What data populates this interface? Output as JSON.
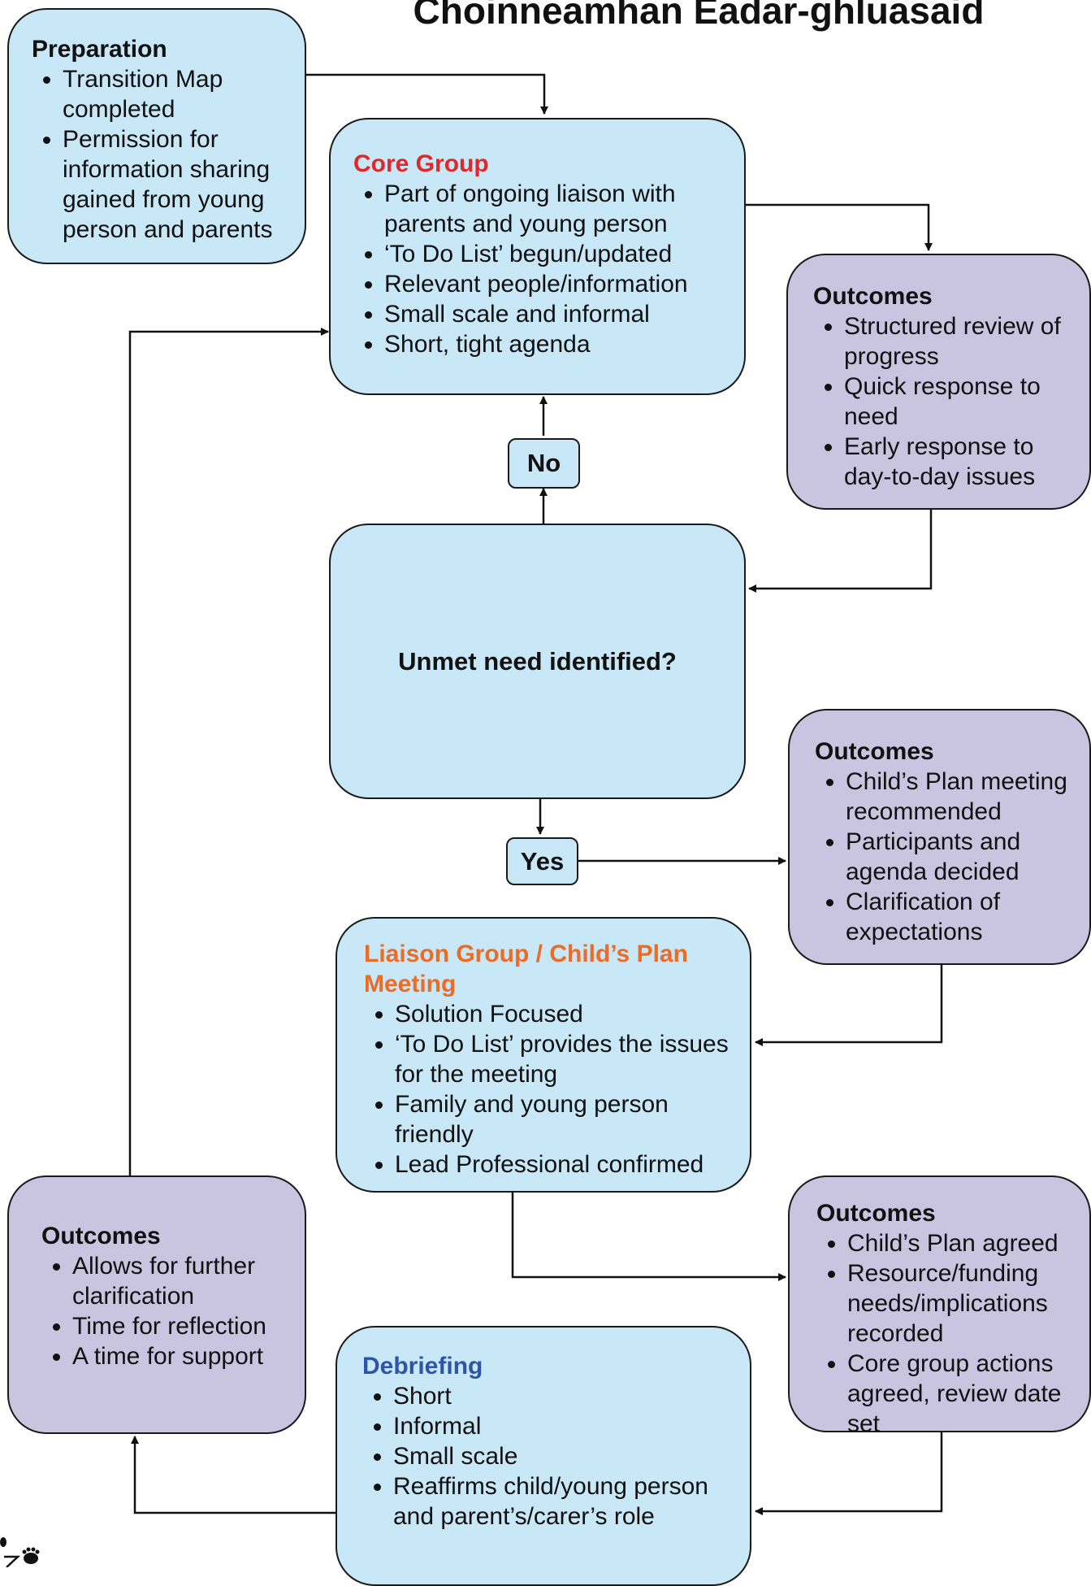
{
  "title": "Choinneamhan Eadar-ghluasaid",
  "preparation": {
    "heading": "Preparation",
    "items": [
      "Transition Map completed",
      "Permission for information sharing gained from young person and parents"
    ]
  },
  "core_group": {
    "heading": "Core Group",
    "items": [
      "Part of ongoing liaison with parents and young person",
      "‘To Do List’ begun/updated",
      "Relevant people/information",
      "Small scale and informal",
      "Short, tight agenda"
    ]
  },
  "outcomes_1": {
    "heading": "Outcomes",
    "items": [
      "Structured review of progress",
      "Quick response to need",
      "Early response to day-to-day issues"
    ]
  },
  "decision": {
    "question": "Unmet need identified?",
    "no_label": "No",
    "yes_label": "Yes"
  },
  "outcomes_2": {
    "heading": "Outcomes",
    "items": [
      "Child’s Plan meeting recommended",
      "Participants and agenda decided",
      "Clarification of expectations"
    ]
  },
  "liaison": {
    "heading": "Liaison Group / Child’s Plan Meeting",
    "items": [
      "Solution Focused",
      "‘To Do List’ provides the issues for the meeting",
      "Family and young person friendly",
      "Lead Professional confirmed"
    ]
  },
  "outcomes_3": {
    "heading": "Outcomes",
    "items": [
      "Child’s Plan agreed",
      "Resource/funding needs/implications recorded",
      "Core group actions agreed, review date set"
    ]
  },
  "outcomes_4": {
    "heading": "Outcomes",
    "items": [
      "Allows for further clarification",
      "Time for reflection",
      "A time for support"
    ]
  },
  "debriefing": {
    "heading": "Debriefing",
    "items": [
      "Short",
      "Informal",
      "Small scale",
      "Reaffirms child/young person and parent’s/carer’s role"
    ]
  },
  "colors": {
    "box_blue": "#c8e7f7",
    "box_purple": "#c9c5e0",
    "core_heading": "#e0282a",
    "liaison_heading": "#ec6b25",
    "debrief_heading": "#2d55a6"
  },
  "logo_icon": "footprints-icon"
}
